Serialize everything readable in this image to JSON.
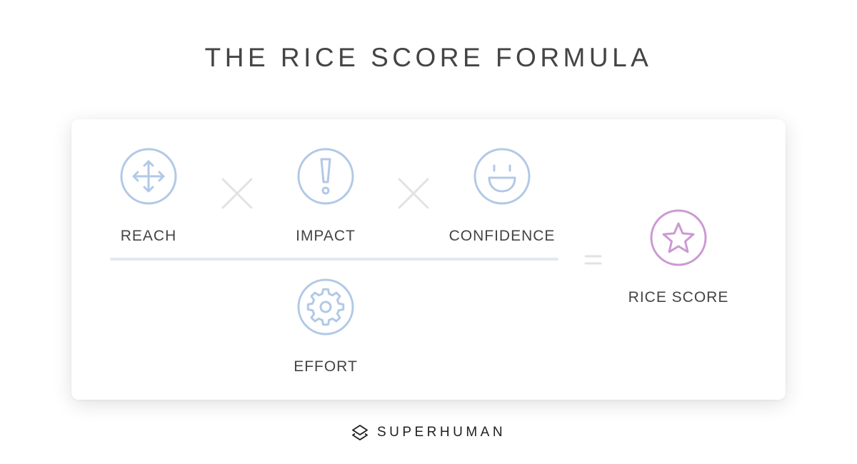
{
  "title": "THE RICE SCORE FORMULA",
  "factors": {
    "reach": {
      "label": "REACH",
      "icon": "move-arrows-icon"
    },
    "impact": {
      "label": "IMPACT",
      "icon": "exclamation-icon"
    },
    "confidence": {
      "label": "CONFIDENCE",
      "icon": "smiley-icon"
    },
    "effort": {
      "label": "EFFORT",
      "icon": "gear-icon"
    }
  },
  "result": {
    "label": "RICE SCORE",
    "icon": "star-icon"
  },
  "operators": {
    "multiply": "×",
    "equals": "="
  },
  "brand": {
    "name": "SUPERHUMAN",
    "icon": "superhuman-logo-icon"
  },
  "colors": {
    "factor_icon": "#b2c9e6",
    "result_icon": "#cc99d3",
    "operator": "#e2e2e2",
    "fraction_line": "#e1e9f3",
    "text": "#444444"
  }
}
